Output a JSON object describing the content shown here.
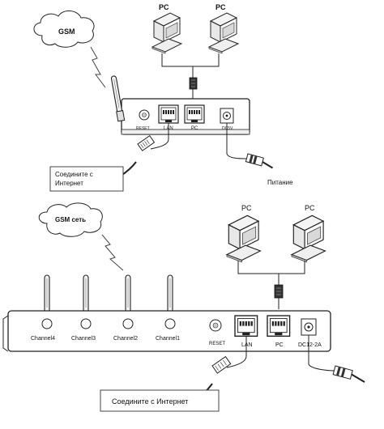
{
  "top": {
    "cloud": "GSM",
    "pc_left": "PC",
    "pc_right": "PC",
    "port_reset": "RESET",
    "port_lan": "LAN",
    "port_pc": "PC",
    "port_power": "DC5V",
    "connect_label": "Соедините с Интернет",
    "power_label": "Питание"
  },
  "bottom": {
    "cloud": "GSM сеть",
    "pc_left": "PC",
    "pc_right": "PC",
    "channels": [
      "Channel4",
      "Channel3",
      "Channel2",
      "Channel1"
    ],
    "port_reset": "RESET",
    "port_lan": "LAN",
    "port_pc": "PC",
    "port_power": "DC12-2A",
    "connect_label": "Соедините с Интернет"
  }
}
